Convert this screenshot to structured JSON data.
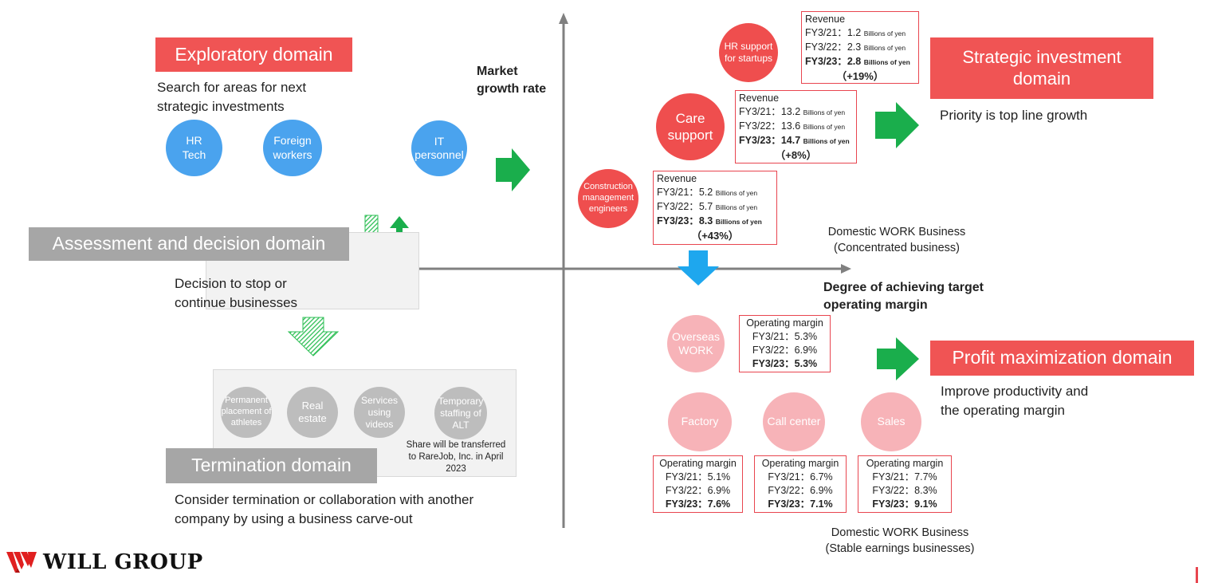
{
  "axes": {
    "y_label": [
      "Market",
      "growth rate"
    ],
    "x_label": [
      "Degree of achieving target",
      "operating margin"
    ]
  },
  "exploratory": {
    "title": "Exploratory domain",
    "desc": [
      "Search for areas for next",
      "strategic investments"
    ],
    "items": [
      [
        "HR",
        "Tech"
      ],
      [
        "Foreign",
        "workers"
      ],
      [
        "IT",
        "personnel"
      ]
    ]
  },
  "assessment": {
    "title": "Assessment and decision domain",
    "desc": [
      "Decision to stop or",
      "continue businesses"
    ]
  },
  "termination": {
    "title": "Termination domain",
    "desc": [
      "Consider termination or collaboration with another",
      "company by using a business carve-out"
    ],
    "items": [
      [
        "Permanent",
        "placement of",
        "athletes"
      ],
      [
        "Real",
        "estate"
      ],
      [
        "Services",
        "using",
        "videos"
      ],
      [
        "Temporary",
        "staffing of",
        "ALT"
      ]
    ],
    "note": [
      "Share will be transferred",
      "to RareJob, Inc. in April",
      "2023"
    ]
  },
  "strategic": {
    "title": [
      "Strategic investment",
      "domain"
    ],
    "desc": "Priority is top line growth",
    "concentrated_label": [
      "Domestic WORK Business",
      "(Concentrated business)"
    ],
    "businesses": [
      {
        "name": [
          "HR support",
          "for startups"
        ],
        "metric": "Revenue",
        "rows": [
          {
            "fy": "FY3/21：",
            "val": "1.2",
            "unit": "Billions of yen"
          },
          {
            "fy": "FY3/22：",
            "val": "2.3",
            "unit": "Billions of yen"
          },
          {
            "fy": "FY3/23：",
            "val": "2.8",
            "unit": "Billions of yen"
          }
        ],
        "change": "（+19%）"
      },
      {
        "name": [
          "Care",
          "support"
        ],
        "metric": "Revenue",
        "rows": [
          {
            "fy": "FY3/21：",
            "val": "13.2",
            "unit": "Billions of yen"
          },
          {
            "fy": "FY3/22：",
            "val": "13.6",
            "unit": "Billions of yen"
          },
          {
            "fy": "FY3/23：",
            "val": "14.7",
            "unit": "Billions of yen"
          }
        ],
        "change": "（+8%）"
      },
      {
        "name": [
          "Construction",
          "management",
          "engineers"
        ],
        "metric": "Revenue",
        "rows": [
          {
            "fy": "FY3/21：",
            "val": "5.2",
            "unit": "Billions of yen"
          },
          {
            "fy": "FY3/22：",
            "val": "5.7",
            "unit": "Billions of yen"
          },
          {
            "fy": "FY3/23：",
            "val": "8.3",
            "unit": "Billions of yen"
          }
        ],
        "change": "（+43%）"
      }
    ]
  },
  "profit": {
    "title": "Profit maximization domain",
    "desc": [
      "Improve productivity and",
      "the operating margin"
    ],
    "stable_label": [
      "Domestic WORK Business",
      "(Stable earnings businesses)"
    ],
    "businesses": [
      {
        "name": [
          "Overseas",
          "WORK"
        ],
        "metric": "Operating margin",
        "rows": [
          "FY3/21：5.3%",
          "FY3/22：6.9%",
          "FY3/23：5.3%"
        ]
      },
      {
        "name": [
          "Factory"
        ],
        "metric": "Operating margin",
        "rows": [
          "FY3/21：5.1%",
          "FY3/22：6.9%",
          "FY3/23：7.6%"
        ]
      },
      {
        "name": [
          "Call center"
        ],
        "metric": "Operating margin",
        "rows": [
          "FY3/21：6.7%",
          "FY3/22：6.9%",
          "FY3/23：7.1%"
        ]
      },
      {
        "name": [
          "Sales"
        ],
        "metric": "Operating margin",
        "rows": [
          "FY3/21：7.7%",
          "FY3/22：8.3%",
          "FY3/23：9.1%"
        ]
      }
    ]
  },
  "logo": {
    "text": "WILL GROUP"
  },
  "colors": {
    "red": "#f05454",
    "blue": "#4aa3ee",
    "green": "#1aae4c",
    "cyan": "#1ea7ee",
    "gray": "#a6a6a6"
  }
}
